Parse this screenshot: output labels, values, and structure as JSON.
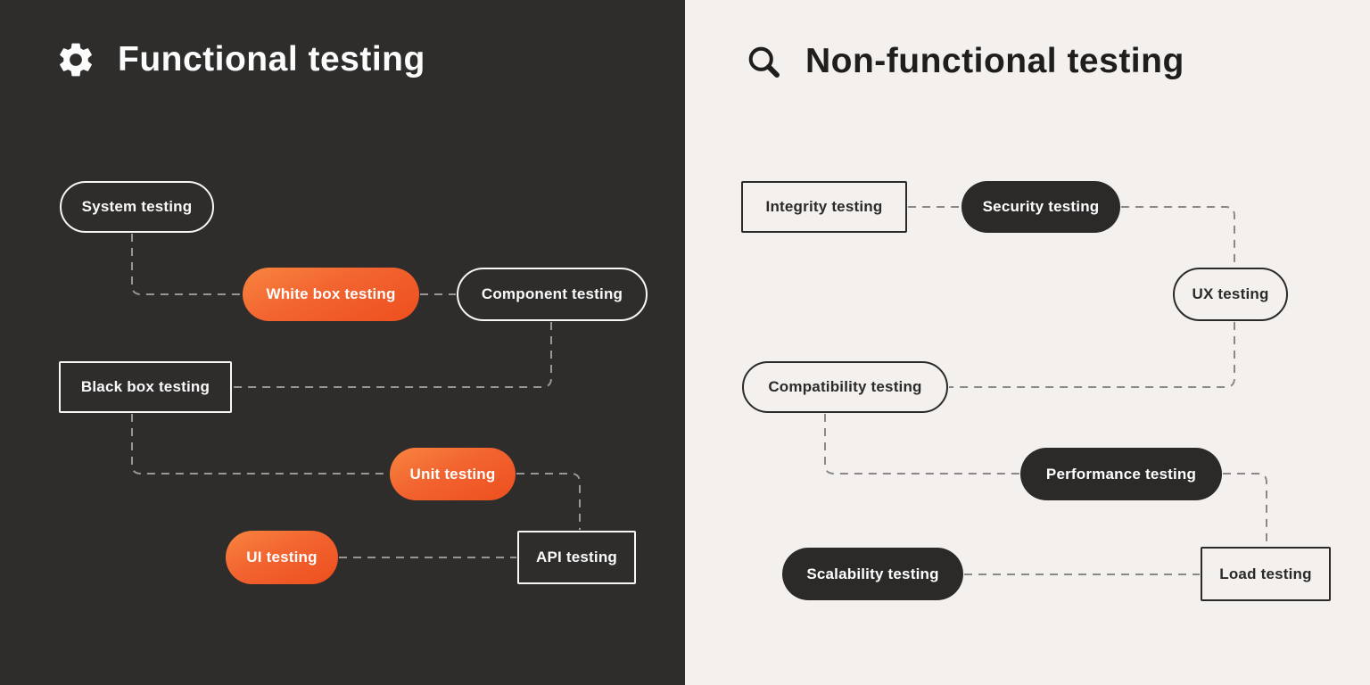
{
  "left_panel": {
    "title": "Functional testing",
    "icon": "gear",
    "nodes": {
      "system": "System testing",
      "whitebox": "White box testing",
      "component": "Component testing",
      "blackbox": "Black box testing",
      "unit": "Unit testing",
      "ui": "UI testing",
      "api": "API testing"
    }
  },
  "right_panel": {
    "title": "Non-functional testing",
    "icon": "magnifier",
    "nodes": {
      "integrity": "Integrity testing",
      "security": "Security testing",
      "ux": "UX testing",
      "compatibility": "Compatibility testing",
      "performance": "Performance testing",
      "scalability": "Scalability testing",
      "load": "Load testing"
    }
  },
  "colors": {
    "left_background": "#2e2d2c",
    "right_background": "#f3f0ed",
    "orange_gradient_start": "#f8853f",
    "orange_gradient_end": "#ed4f1e",
    "dark_node_fill": "#2b2a28",
    "light_outline": "#f7f7f7",
    "dark_outline": "#2b2a28",
    "left_connector": "#989796",
    "right_connector": "#8b8987"
  }
}
